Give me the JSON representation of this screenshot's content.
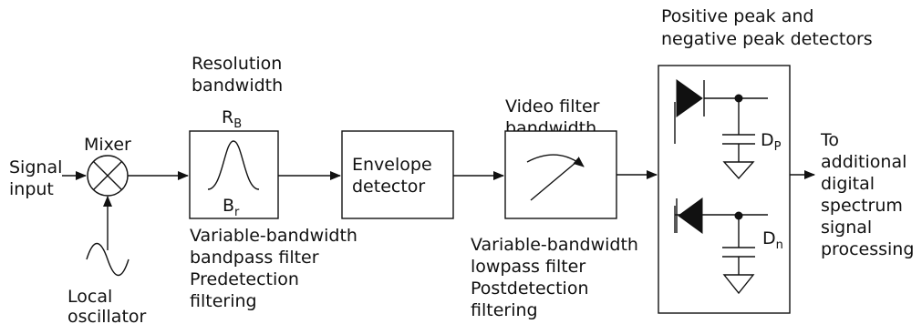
{
  "signal_input": [
    "Signal",
    "input"
  ],
  "mixer": {
    "label": "Mixer"
  },
  "local_oscillator": [
    "Local",
    "oscillator"
  ],
  "resolution": {
    "title": [
      "Resolution",
      "bandwidth"
    ],
    "rb_main": "R",
    "rb_sub": "B",
    "br_main": "B",
    "br_sub": "r",
    "caption": [
      "Variable-bandwidth",
      "bandpass filter",
      "Predetection",
      "filtering"
    ]
  },
  "envelope": {
    "label": [
      "Envelope",
      "detector"
    ]
  },
  "video": {
    "title": [
      "Video filter",
      "bandwidth"
    ],
    "caption": [
      "Variable-bandwidth",
      "lowpass filter",
      "Postdetection",
      "filtering"
    ]
  },
  "peak": {
    "title": [
      "Positive peak and",
      "negative peak detectors"
    ],
    "dp_main": "D",
    "dp_sub": "P",
    "dn_main": "D",
    "dn_sub": "n"
  },
  "output": [
    "To",
    "additional",
    "digital",
    "spectrum",
    "signal",
    "processing"
  ]
}
